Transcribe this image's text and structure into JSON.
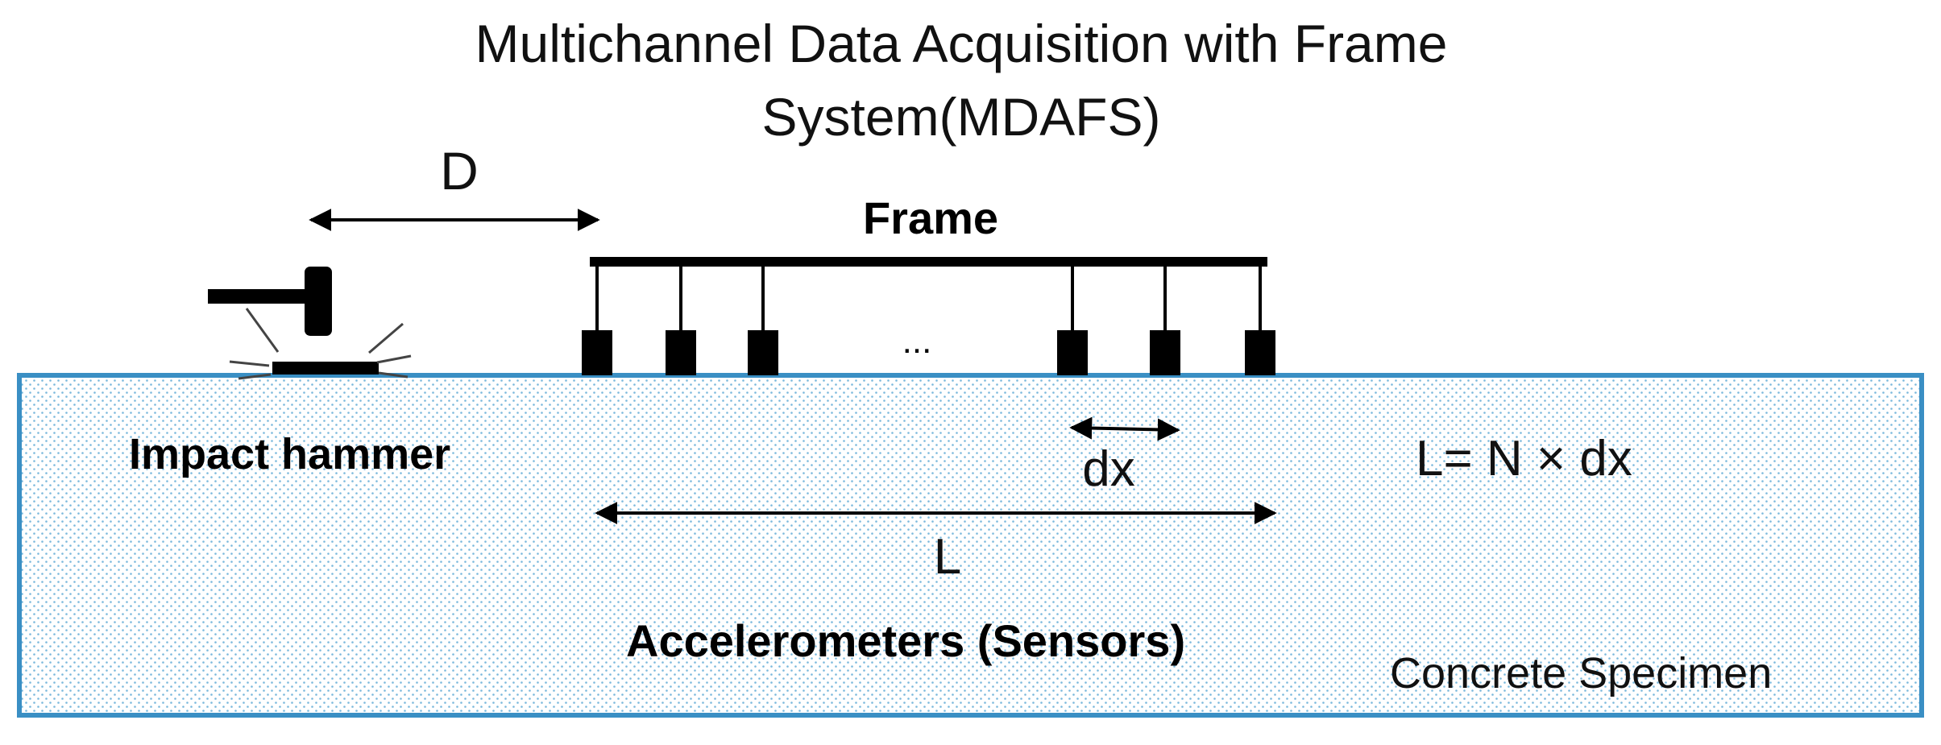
{
  "title": {
    "line1": "Multichannel Data Acquisition with Frame",
    "line2": "System(MDAFS)"
  },
  "labels": {
    "distance": "D",
    "frame": "Frame",
    "ellipsis": "...",
    "impact_hammer": "Impact hammer",
    "sensor_spacing": "dx",
    "length_formula": "L= N × dx",
    "length": "L",
    "accelerometers": "Accelerometers (Sensors)",
    "specimen": "Concrete Specimen"
  },
  "colors": {
    "specimen_border": "#3a8fc4",
    "specimen_dots": "#7ab8dc",
    "ink": "#000000"
  },
  "sensor_count_shown": 6
}
